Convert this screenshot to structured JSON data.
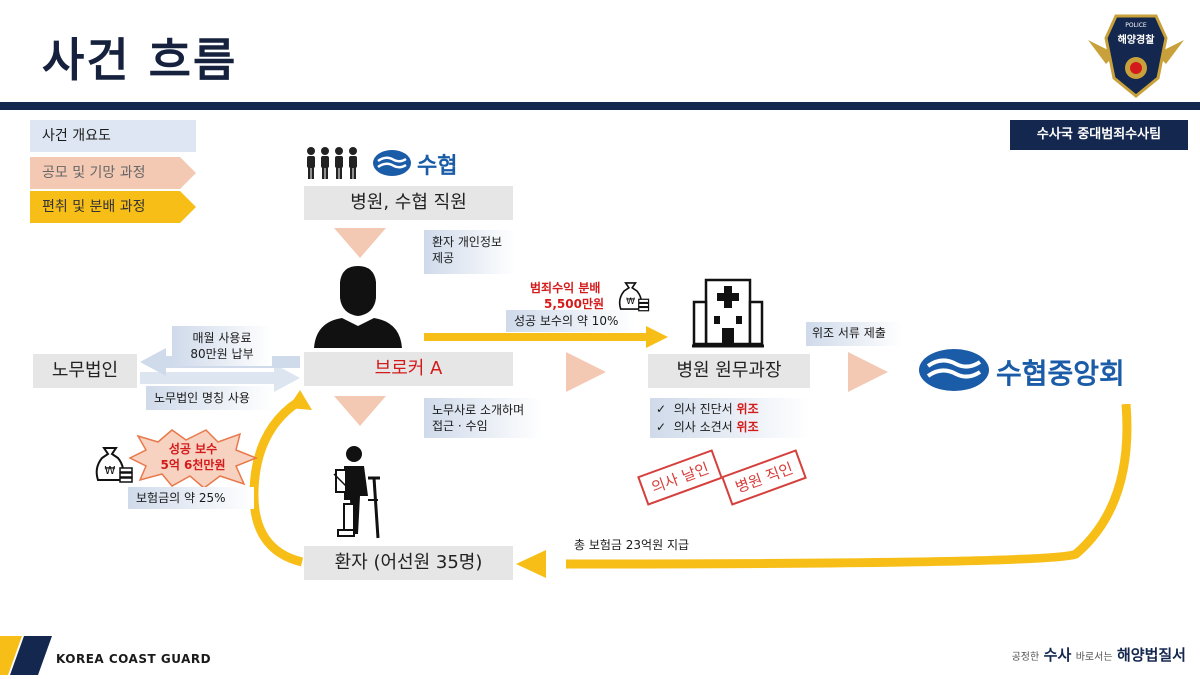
{
  "title": "사건 흐름",
  "team_badge": "수사국 중대범죄수사팀",
  "logo": {
    "top": "POLICE",
    "name": "해양경찰"
  },
  "legend": [
    "사건 개요도",
    "공모 및 기망 과정",
    "편취 및 분배 과정"
  ],
  "nodes": {
    "staff": "병원, 수협 직원",
    "suhyup_small": "수협",
    "broker": "브로커 A",
    "labor_firm": "노무법인",
    "patient": "환자 (어선원 35명)",
    "hospital": "병원 원무과장",
    "suhyup_central": "수협중앙회"
  },
  "labels": {
    "personal_info": [
      "환자 개인정보",
      "제공"
    ],
    "monthly_fee": [
      "매월 사용료",
      "80만원 납부"
    ],
    "labor_name_use": "노무법인 명칭 사용",
    "approach": [
      "노무사로 소개하며",
      "접근 · 수임"
    ],
    "profit_split_title": "범죄수익 분배",
    "profit_split_amount": "5,500만원",
    "profit_split_pct": "성공 보수의 약 10%",
    "fake_docs": "위조 서류 제출",
    "success_fee_title": "성공 보수",
    "success_fee_amount": "5억 6천만원",
    "success_fee_pct": "보험금의 약 25%",
    "insurance_paid": "총 보험금 23억원 지급"
  },
  "forgery": [
    {
      "check": "✓",
      "text": "의사 진단서",
      "mark": "위조"
    },
    {
      "check": "✓",
      "text": "의사 소견서",
      "mark": "위조"
    }
  ],
  "stamps": [
    "의사 날인",
    "병원 직인"
  ],
  "footer": {
    "left": "KOREA COAST GUARD",
    "right_parts": [
      "공정한",
      "수사",
      "바로서는",
      "해양법질서"
    ]
  },
  "colors": {
    "navy": "#14274e",
    "gold": "#f7be18",
    "salmon": "#f4c9b4",
    "red": "#d31b1b",
    "blue": "#1a5ca8"
  }
}
